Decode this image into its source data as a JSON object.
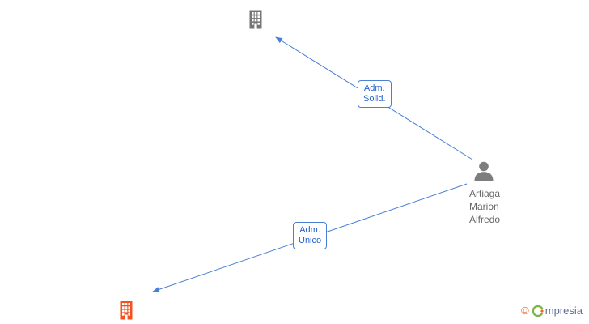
{
  "diagram": {
    "person": {
      "name_lines": [
        "Artiaga",
        "Marion",
        "Alfredo"
      ],
      "icon_color": "#7d7d7d"
    },
    "companies": [
      {
        "id": "company-top",
        "icon_color": "#757575"
      },
      {
        "id": "company-bottom",
        "icon_color": "#f4511e"
      }
    ],
    "edges": [
      {
        "label_lines": [
          "Adm.",
          "Solid."
        ]
      },
      {
        "label_lines": [
          "Adm.",
          "Unico"
        ]
      }
    ],
    "edge_color": "#4a7fd4",
    "label_text_color": "#2563c9"
  },
  "footer": {
    "copyright_symbol": "©",
    "brand_rest": "mpresia"
  }
}
